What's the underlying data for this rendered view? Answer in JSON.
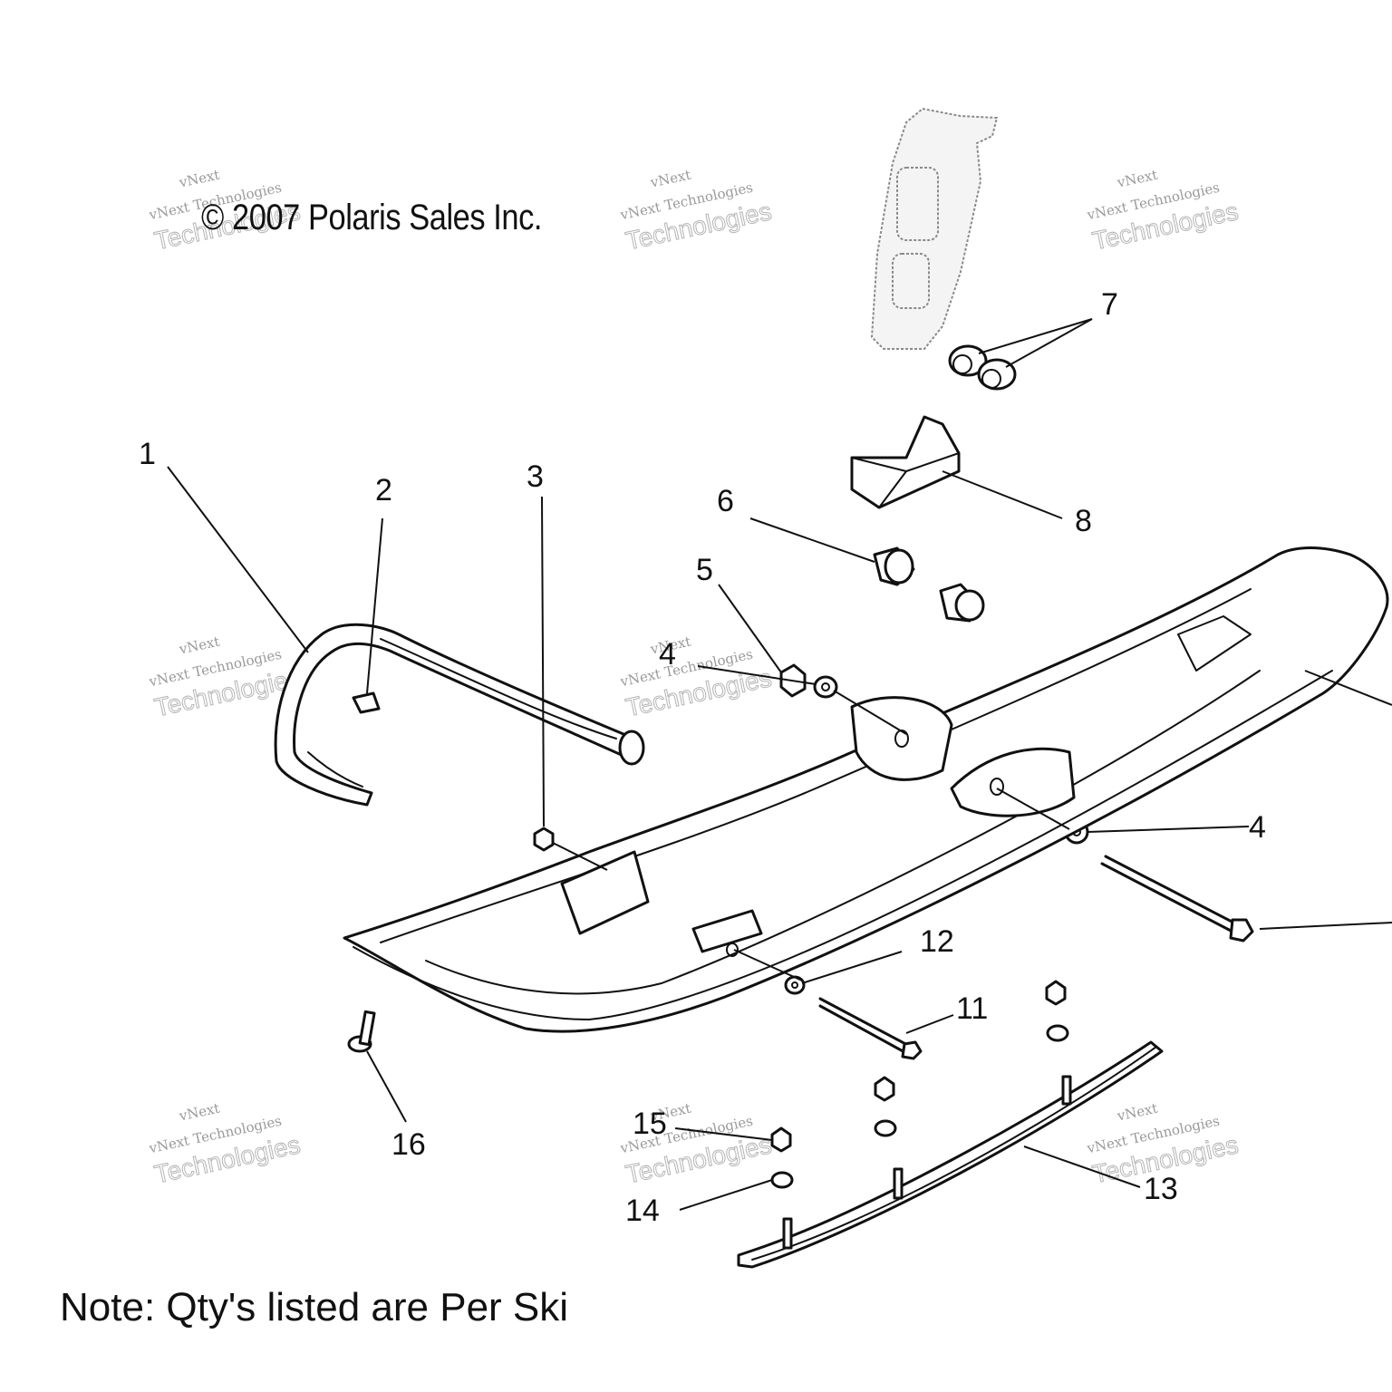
{
  "copyright": "© 2007 Polaris Sales Inc.",
  "note": "Note: Qty's listed are Per Ski",
  "watermark": {
    "line1": "vNext",
    "line2": "vNext Technologies",
    "line3": "Technologies"
  },
  "callouts": {
    "c1": "1",
    "c2": "2",
    "c3": "3",
    "c4a": "4",
    "c4b": "4",
    "c5": "5",
    "c6": "6",
    "c7": "7",
    "c8": "8",
    "c11": "11",
    "c12": "12",
    "c13": "13",
    "c14": "14",
    "c15": "15",
    "c16": "16"
  }
}
